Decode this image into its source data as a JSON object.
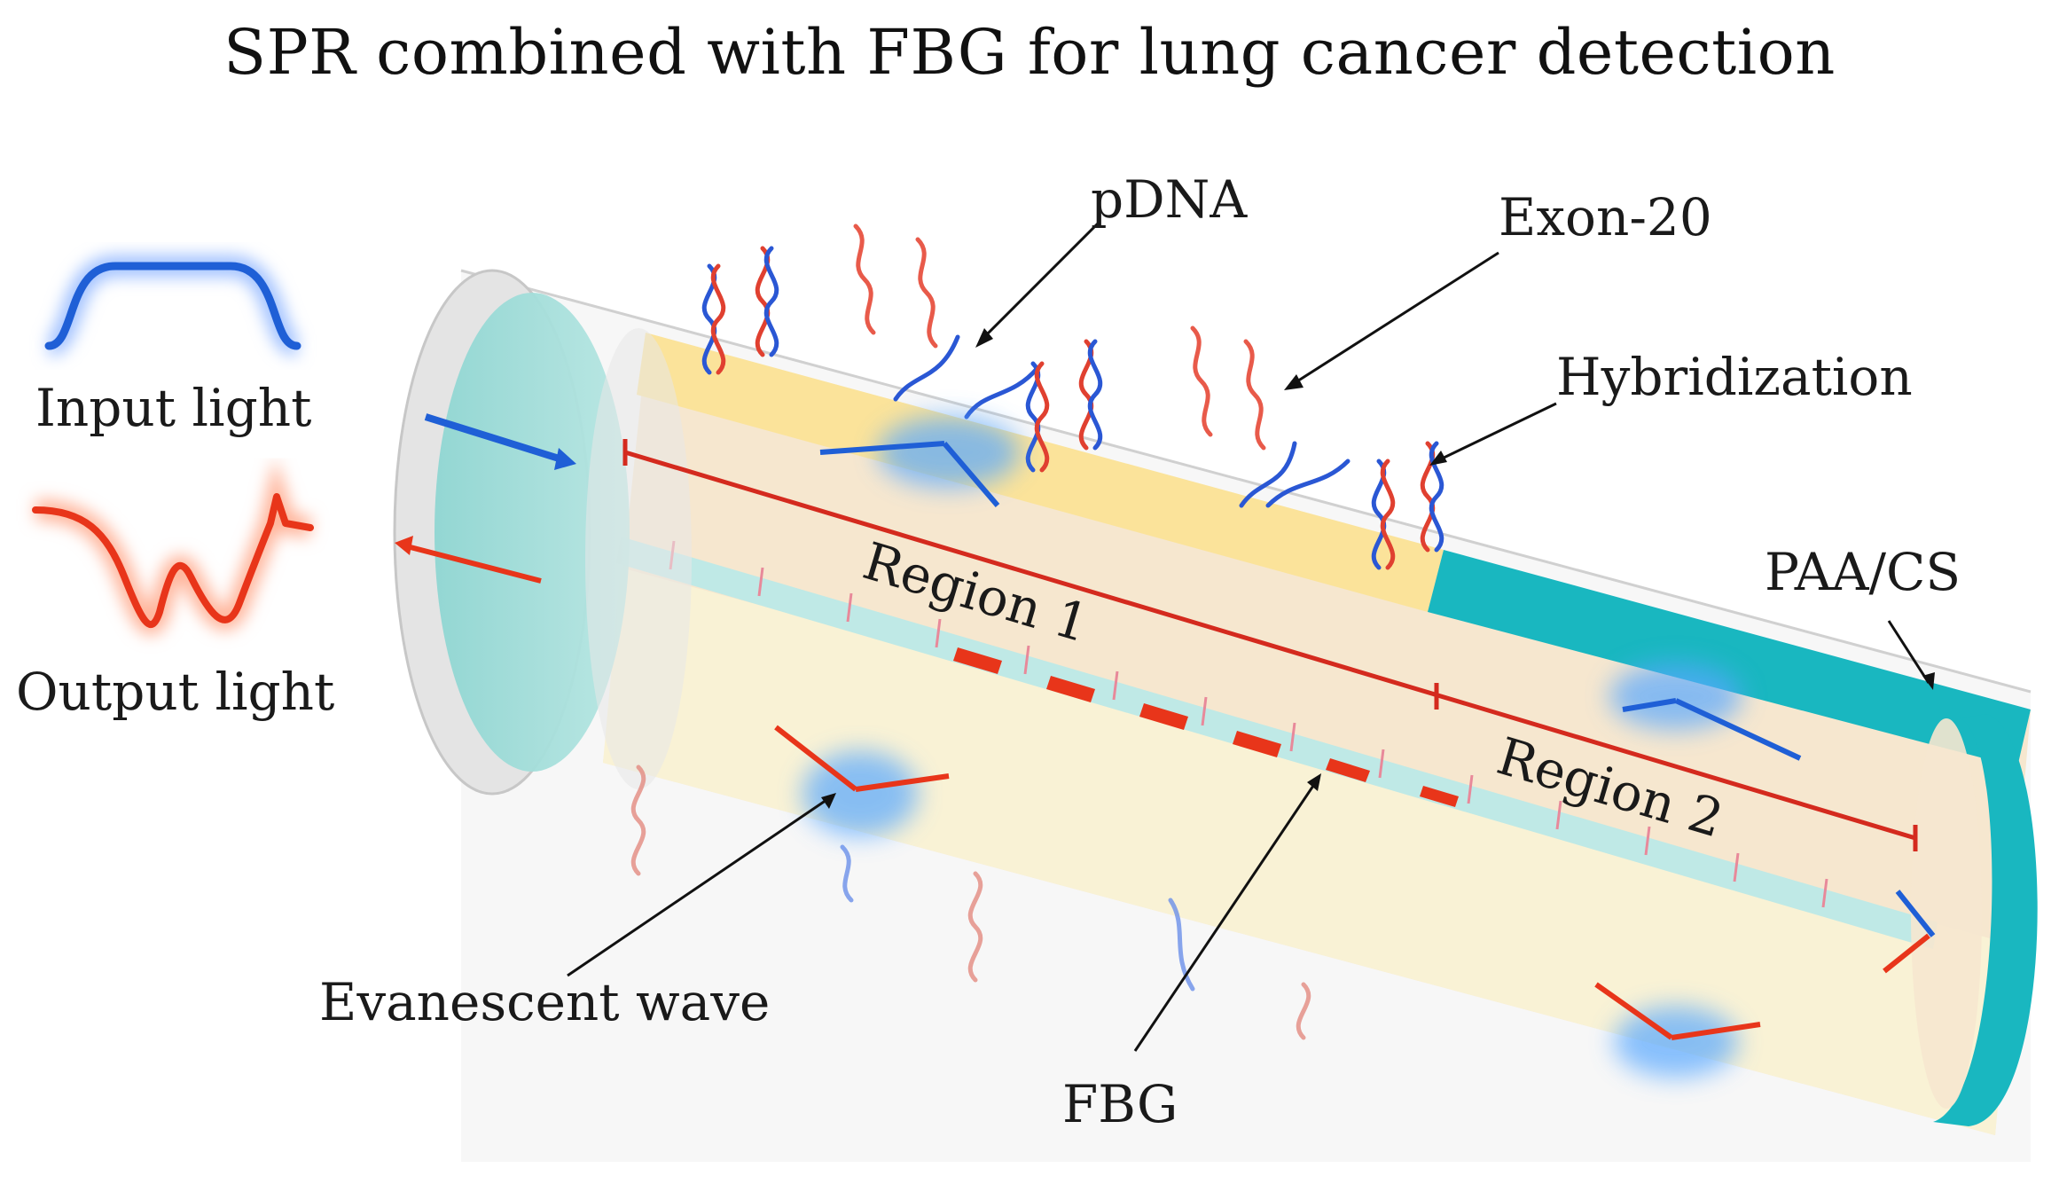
{
  "title": "SPR combined with FBG for lung cancer detection",
  "labels": {
    "input_light": "Input light",
    "output_light": "Output light",
    "pdna": "pDNA",
    "exon": "Exon-20",
    "hybridization": "Hybridization",
    "paa_cs": "PAA/CS",
    "region1": "Region 1",
    "region2": "Region 2",
    "evanescent": "Evanescent wave",
    "fbg": "FBG"
  },
  "colors": {
    "input_light": "#1f5fd6",
    "output_light": "#e8351a",
    "gold_coating": "#fbe39a",
    "paa_cs_coating": "#19b7c0",
    "fiber_core": "#bfe9e6",
    "fiber_cladding": "#f8e7c9",
    "region_marker": "#d42a1e"
  }
}
